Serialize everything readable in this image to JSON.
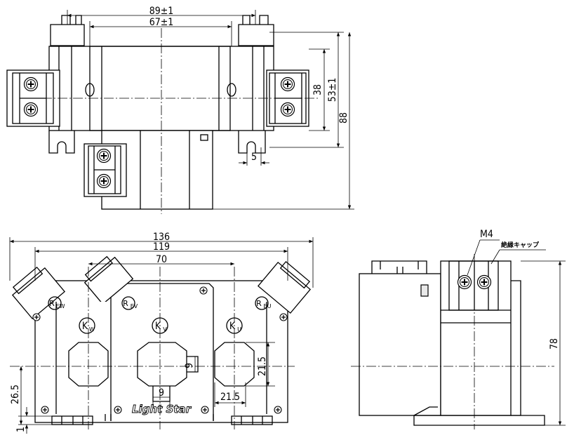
{
  "top_view": {
    "dim_outer_width": "89±1",
    "dim_inner_width": "67±1",
    "dim_terminal_height": "38",
    "dim_mount_pitch": "53±1",
    "dim_total_depth": "88",
    "dim_slot": "5"
  },
  "front_view": {
    "dim_total_width": "136",
    "dim_mount_pitch": "119",
    "dim_window_pitch": "70",
    "dim_window_height": "21.5",
    "dim_window_offset": "21.5",
    "dim_center_height": "26.5",
    "dim_base": "1",
    "dim_web_vertical": "9",
    "dim_web_horizontal": "9",
    "label_kw": "K",
    "sub_kw": "W",
    "label_kv": "K",
    "sub_kv": "V",
    "label_ku": "K",
    "sub_ku": "U",
    "terminal_w": "R",
    "terminal_w_sub": "EW",
    "terminal_v": "R",
    "terminal_v_sub": "EV",
    "terminal_u": "R",
    "terminal_u_sub": "EU",
    "logo": "Light Star"
  },
  "side_view": {
    "screw_label": "M4",
    "cap_label": "絶縁キャップ",
    "dim_height": "78"
  }
}
